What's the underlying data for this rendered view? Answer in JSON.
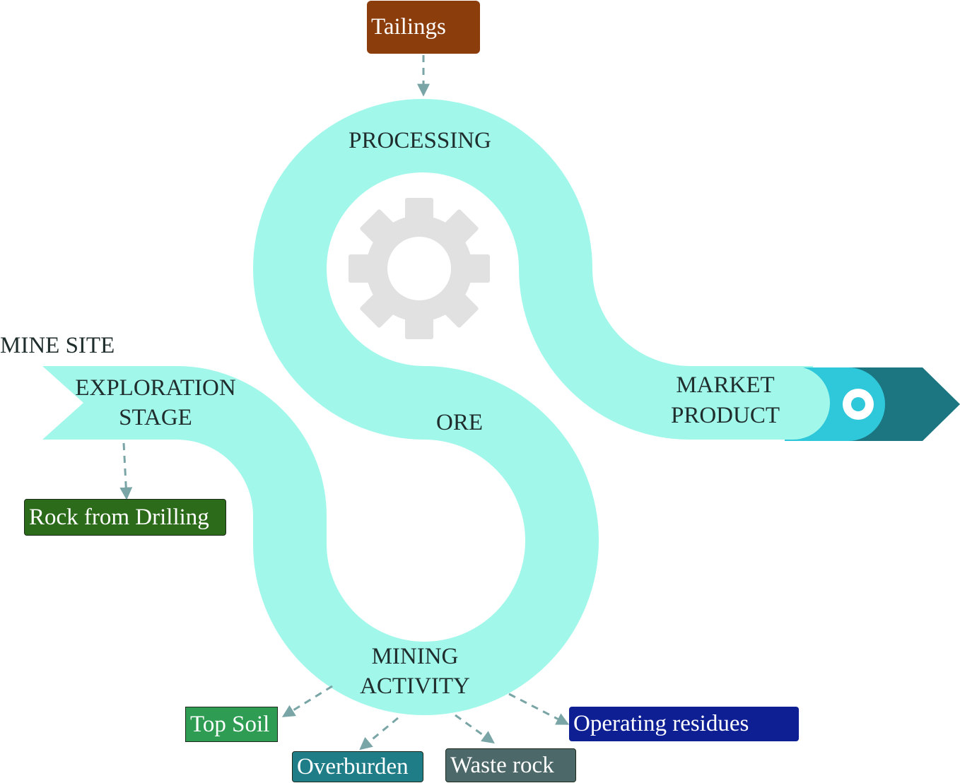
{
  "colors": {
    "path": "#a2f7eb",
    "gear": "#e1e1e1",
    "arrow_dark": "#1c7681",
    "arrow_mid": "#2fc7da",
    "connector": "#7aa5a6",
    "tailings": "#8c3d0c",
    "rock_from_drilling": "#2c6b1a",
    "top_soil": "#2e9c52",
    "overburden": "#1f7d87",
    "waste_rock": "#4d6869",
    "operating_residues": "#0e1f94"
  },
  "labels": {
    "mine_site": "MINE SITE",
    "exploration": "EXPLORATION",
    "stage": "STAGE",
    "processing": "PROCESSING",
    "ore": "ORE",
    "market": "MARKET",
    "product": "PRODUCT",
    "mining": "MINING",
    "activity": "ACTIVITY"
  },
  "boxes": {
    "tailings": "Tailings",
    "rock_from_drilling": "Rock from Drilling",
    "top_soil": "Top Soil",
    "overburden": "Overburden",
    "waste_rock": "Waste rock",
    "operating_residues": "Operating residues"
  },
  "icons": [
    "gear-icon",
    "target-icon"
  ]
}
